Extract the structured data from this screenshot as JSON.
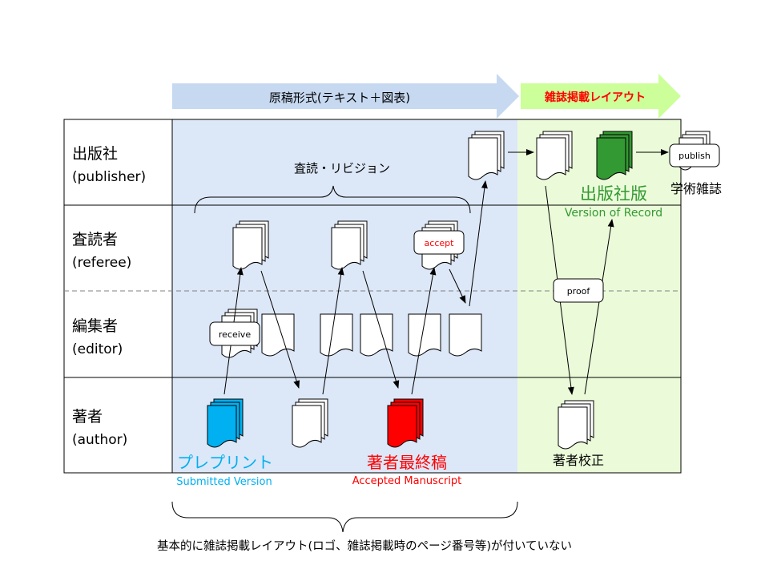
{
  "phases": {
    "manuscript": "原稿形式(テキスト＋図表)",
    "layout": "雑誌掲載レイアウト"
  },
  "lanes": [
    {
      "name": "出版社",
      "en": "(publisher)"
    },
    {
      "name": "査読者",
      "en": "(referee)"
    },
    {
      "name": "編集者",
      "en": "(editor)"
    },
    {
      "name": "著者",
      "en": "(author)"
    }
  ],
  "labels": {
    "peer_review": "査読・リビジョン",
    "publisher_version": "出版社版",
    "version_of_record": "Version of Record",
    "journal": "学術雑誌",
    "preprint": "プレプリント",
    "submitted_version": "Submitted Version",
    "accepted_manuscript_jp": "著者最終稿",
    "accepted_manuscript": "Accepted Manuscript",
    "author_proof": "著者校正",
    "footnote": "基本的に雑誌掲載レイアウト(ロゴ、雑誌掲載時のページ番号等)が付いていない"
  },
  "callouts": {
    "receive": "receive",
    "accept": "accept",
    "proof": "proof",
    "publish": "publish"
  },
  "colors": {
    "manuscript_arrow": "#c6d9f1",
    "layout_arrow": "#ccff99",
    "layout_text": "#ff0000",
    "manuscript_zone": "#dce7f7",
    "layout_zone": "#ebfbd9",
    "preprint": "#00b0f0",
    "accepted": "#ff0000",
    "publisher_version": "#339933",
    "vor_text": "#339933",
    "submitted_text": "#00b0f0",
    "accepted_text": "#ff0000"
  }
}
